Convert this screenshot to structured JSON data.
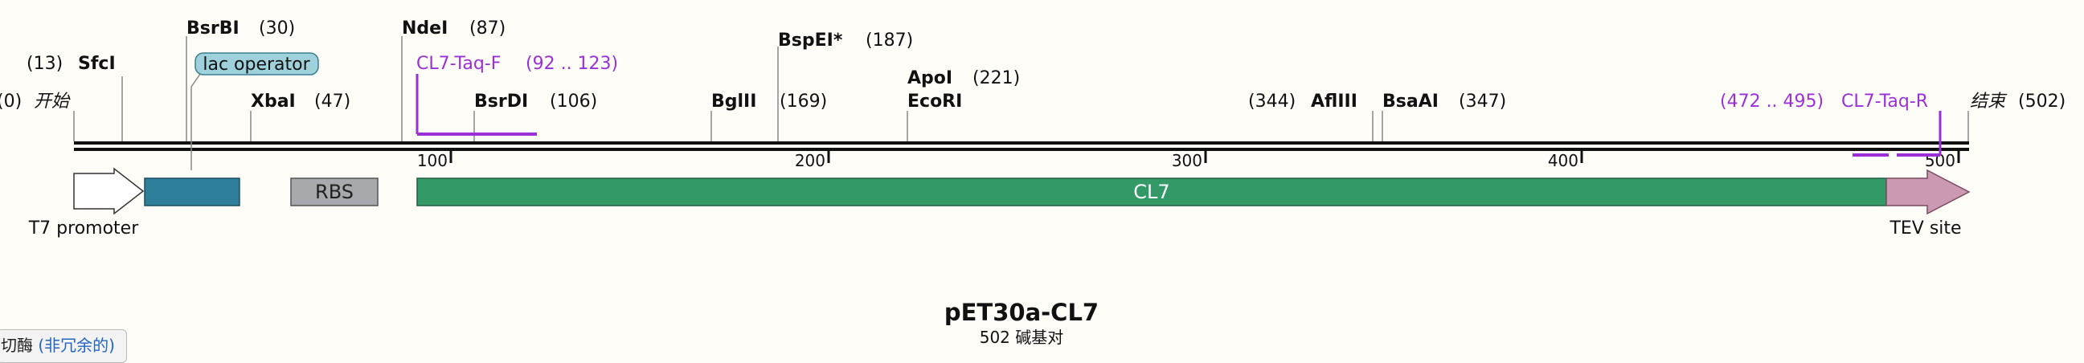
{
  "plasmid": {
    "name": "pET30a-CL7",
    "length_label": "502 碱基对"
  },
  "sites": {
    "start": {
      "label": "开始",
      "pos": "(0)"
    },
    "end": {
      "label": "结束",
      "pos": "(502)"
    },
    "sfci": {
      "name": "SfcI",
      "pos": "(13)"
    },
    "bsrbi": {
      "name": "BsrBI",
      "pos": "(30)"
    },
    "xbai": {
      "name": "XbaI",
      "pos": "(47)"
    },
    "ndei": {
      "name": "NdeI",
      "pos": "(87)"
    },
    "bsrdi": {
      "name": "BsrDI",
      "pos": "(106)"
    },
    "bglii": {
      "name": "BglII",
      "pos": "(169)"
    },
    "bspei": {
      "name": "BspEI*",
      "pos": "(187)"
    },
    "apoi": {
      "name": "ApoI",
      "pos": "(221)"
    },
    "ecori": {
      "name": "EcoRI"
    },
    "afliii": {
      "name": "AflIII",
      "pos": "(344)"
    },
    "bsaai": {
      "name": "BsaAI",
      "pos": "(347)"
    }
  },
  "primers": {
    "forward": {
      "name": "CL7-Taq-F",
      "range": "(92 .. 123)"
    },
    "reverse": {
      "name": "CL7-Taq-R",
      "range": "(472 .. 495)"
    }
  },
  "features": {
    "lac_operator": "lac operator",
    "rbs": "RBS",
    "cl7": "CL7",
    "t7_promoter": "T7 promoter",
    "tev_site": "TEV site"
  },
  "ruler": {
    "ticks": [
      "100",
      "200",
      "300",
      "400",
      "500"
    ]
  },
  "tab": {
    "label": "切酶",
    "link": "(非冗余的)"
  },
  "colors": {
    "backbone": "#111111",
    "lac_operator_fill": "#2e7f99",
    "lac_operator_badge": "#9fd1dd",
    "rbs_fill": "#a7a9ad",
    "cl7_fill": "#339966",
    "tev_fill": "#cc99b3",
    "primer": "#9b30d9"
  }
}
